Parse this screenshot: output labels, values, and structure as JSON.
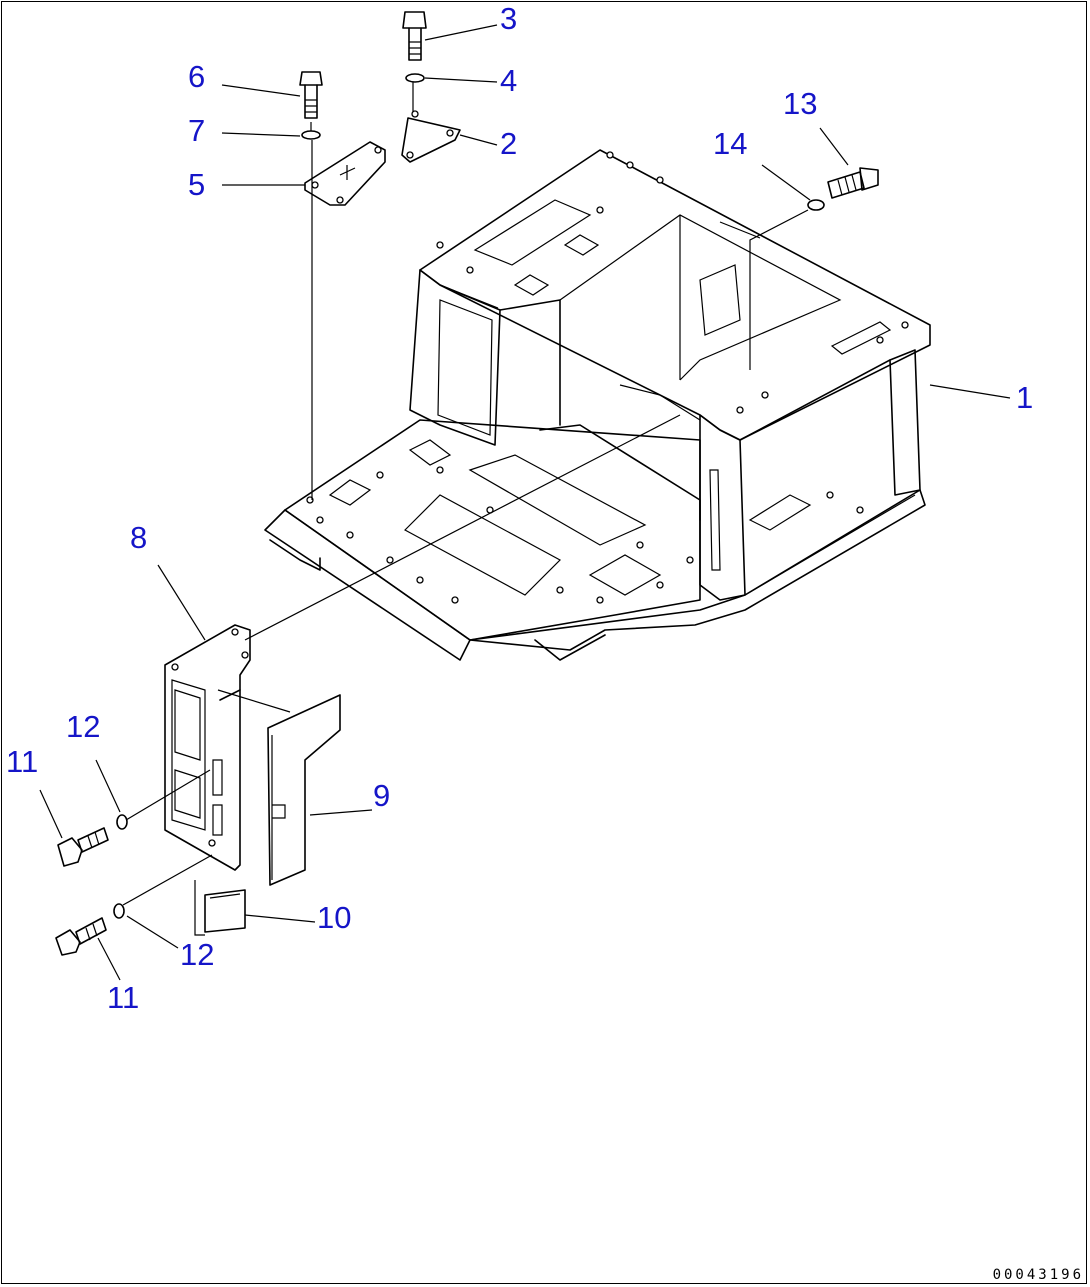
{
  "diagram": {
    "callouts": [
      {
        "id": "c1",
        "label": "1"
      },
      {
        "id": "c2",
        "label": "2"
      },
      {
        "id": "c3",
        "label": "3"
      },
      {
        "id": "c4",
        "label": "4"
      },
      {
        "id": "c5",
        "label": "5"
      },
      {
        "id": "c6",
        "label": "6"
      },
      {
        "id": "c7",
        "label": "7"
      },
      {
        "id": "c8",
        "label": "8"
      },
      {
        "id": "c9",
        "label": "9"
      },
      {
        "id": "c10",
        "label": "10"
      },
      {
        "id": "c11a",
        "label": "11"
      },
      {
        "id": "c11b",
        "label": "11"
      },
      {
        "id": "c12a",
        "label": "12"
      },
      {
        "id": "c12b",
        "label": "12"
      },
      {
        "id": "c13",
        "label": "13"
      },
      {
        "id": "c14",
        "label": "14"
      }
    ],
    "document_number": "00043196",
    "colors": {
      "callout": "#1515c8",
      "line": "#000000",
      "background": "#ffffff"
    }
  }
}
